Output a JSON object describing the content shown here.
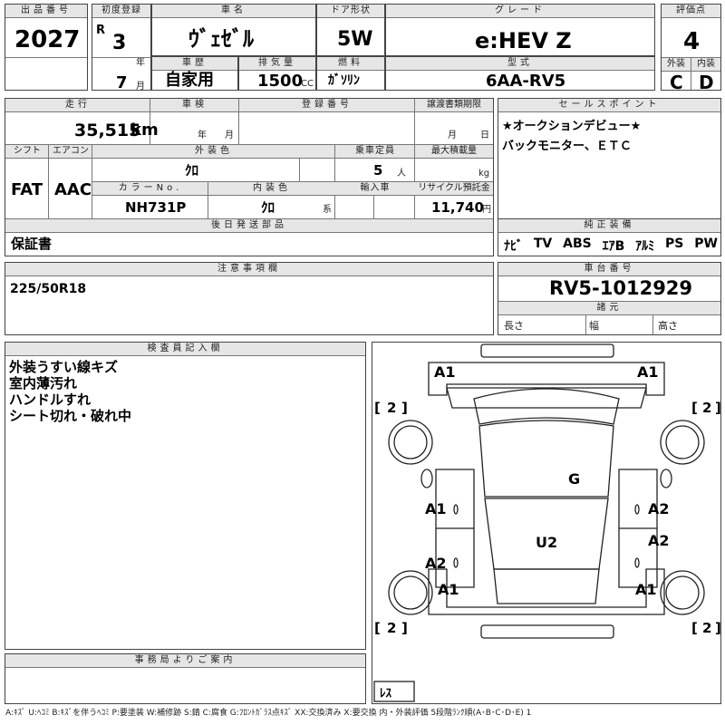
{
  "header": {
    "lot_no_label": "出品番号",
    "lot_no": "2027",
    "first_reg_label": "初度登録",
    "era": "R",
    "year": "3",
    "year_unit": "年",
    "month": "7",
    "month_unit": "月",
    "car_name_label": "車名",
    "car_name": "ｳﾞｪｾﾞﾙ",
    "door_label": "ドア形状",
    "door": "5W",
    "grade_label": "グレード",
    "grade": "e:HEV Z",
    "score_label": "評価点",
    "score": "4",
    "history_label": "車歴",
    "history": "自家用",
    "displacement_label": "排気量",
    "displacement": "1500",
    "displacement_unit": "CC",
    "fuel_label": "燃料",
    "fuel": "ｶﾞｿﾘﾝ",
    "model_label": "型式",
    "model": "6AA-RV5",
    "ext_label": "外装",
    "ext_score": "C",
    "int_label": "内装",
    "int_score": "D"
  },
  "row2": {
    "mileage_label": "走行",
    "mileage": "35,515",
    "mileage_unit": "km",
    "inspection_label": "車検",
    "insp_year_unit": "年",
    "insp_month_unit": "月",
    "reg_no_label": "登録番号",
    "transfer_label": "譲渡書類期限",
    "transfer_month_unit": "月",
    "transfer_day_unit": "日",
    "shift_label": "シフト",
    "shift": "FAT",
    "ac_label": "エアコン",
    "ac": "AAC",
    "color_label": "外装色",
    "color": "ｸﾛ",
    "capacity_label": "乗車定員",
    "capacity": "5",
    "capacity_unit": "人",
    "load_label": "最大積載量",
    "load_unit": "kg",
    "color_no_label": "カラーNo.",
    "color_no": "NH731P",
    "int_color_label": "内装色",
    "int_color": "ｸﾛ",
    "int_color_unit": "系",
    "import_label": "輸入車",
    "recycle_label": "リサイクル預託金",
    "recycle": "11,740",
    "recycle_unit": "円",
    "later_label": "後日発送部品",
    "later_value": "保証書"
  },
  "sales": {
    "label": "セールスポイント",
    "line1": "★オークションデビュー★",
    "line2": "バックモニター、ＥＴＣ"
  },
  "equipment": {
    "label": "純正装備",
    "items": [
      "ﾅﾋﾞ",
      "TV",
      "ABS",
      "ｴｱB",
      "ｱﾙﾐ",
      "PS",
      "PW"
    ]
  },
  "caution": {
    "label": "注意事項欄",
    "text": "225/50R18"
  },
  "chassis": {
    "label": "車台番号",
    "number": "RV5-1012929",
    "spec_label": "諸元",
    "length_label": "長さ",
    "width_label": "幅",
    "height_label": "高さ"
  },
  "inspector": {
    "label": "検査員記入欄",
    "notes": [
      "外装うすい線キズ",
      "室内薄汚れ",
      "ハンドルすれ",
      "シート切れ・破れ中"
    ]
  },
  "office": {
    "label": "事務局よりご案内"
  },
  "diagram": {
    "marks": {
      "front_left": "A1",
      "front_right": "A1",
      "roof": "G",
      "door_fl": "A1",
      "door_fr": "A2",
      "floor": "U2",
      "door_rl": "A2",
      "door_rr": "A2",
      "qtr_left": "A1",
      "qtr_right": "A1",
      "tire_fl": "2",
      "tire_fr": "2",
      "tire_rl": "2",
      "tire_rr": "2",
      "spare": "ﾚｽ"
    }
  },
  "legend": "A:ｷｽﾞ U:ﾍｺﾐ B:ｷｽﾞを伴うﾍｺﾐ P:要塗装 W:補修跡 S:錆 C:腐食 G:ﾌﾛﾝﾄｶﾞﾗｽ点ｷｽﾞ XX:交換済み X:要交換 内・外装評価 5段階ﾗﾝｸ順(A･B･C･D･E) 1"
}
